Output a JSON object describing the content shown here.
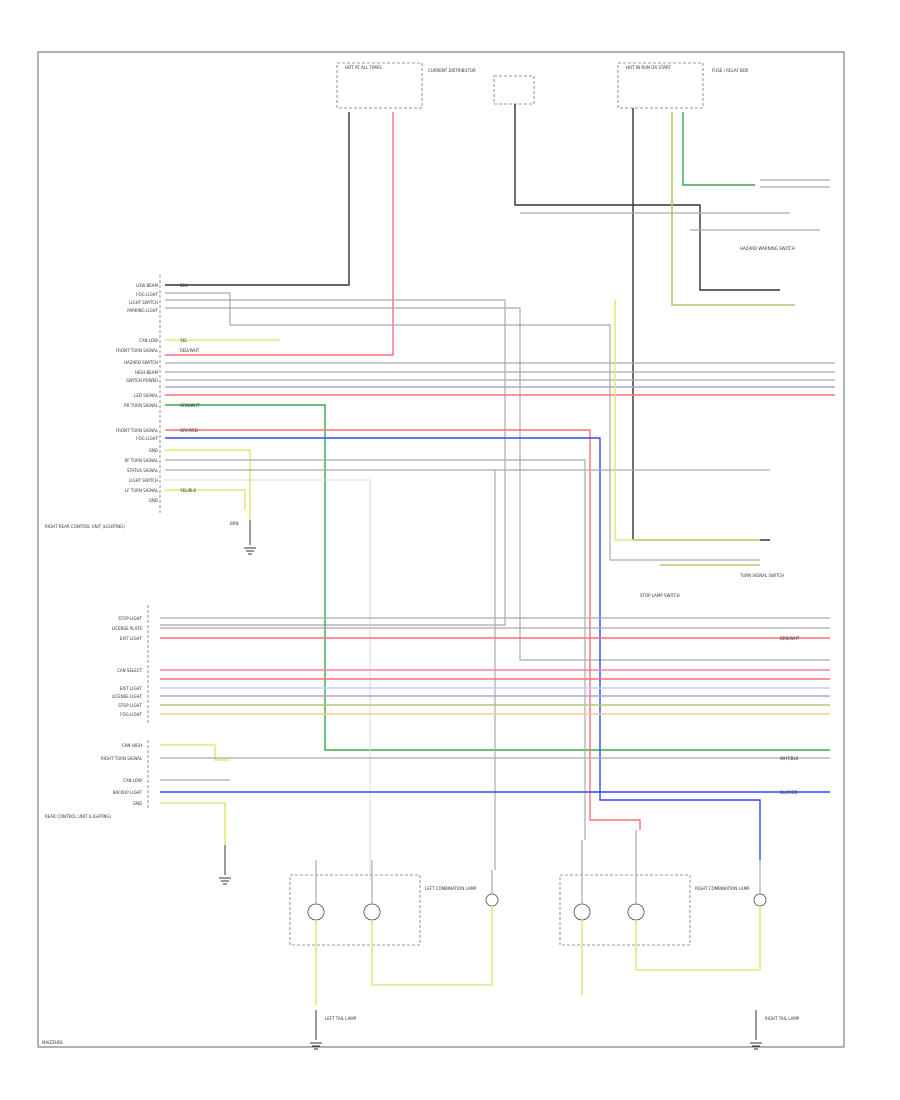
{
  "diagram": {
    "figure_id": "MAIZZHDL",
    "components": {
      "hot_at_all_times": "HOT AT ALL TIMES",
      "current_distributor": "CURRENT DISTRIBUTOR",
      "fuse_relay_box": "FUSE / RELAY BOX",
      "hot_run_start": "HOT IN RUN OR START",
      "hazard_switch": "HAZARD WARNING SWITCH",
      "turn_signal_switch": "TURN SIGNAL SWITCH",
      "right_rear_control": "RIGHT REAR CONTROL UNIT (LIGHTING)",
      "left_rear_control": "REAR CONTROL UNIT (LIGHTING)",
      "left_tail_lamp": "LEFT TAIL LAMP",
      "right_tail_lamp": "RIGHT TAIL LAMP",
      "left_combination_lamp": "LEFT COMBINATION LAMP",
      "right_combination_lamp": "RIGHT COMBINATION LAMP",
      "stop_lamp_switch": "STOP LAMP SWITCH"
    },
    "pin_labels_top": [
      "LOW BEAM",
      "FOG LIGHT",
      "LIGHT SWITCH",
      "PARKING LIGHT",
      "CAN LOW",
      "FRONT TURN SIGNAL",
      "HAZARD SWITCH",
      "HIGH BEAM",
      "SWITCH POWER",
      "LED SIGNAL",
      "RR TURN SIGNAL",
      "FRONT TURN SIGNAL",
      "FOG LIGHT",
      "GND",
      "RF TURN SIGNAL",
      "STATUS SIGNAL",
      "LIGHT SWITCH",
      "LF TURN SIGNAL",
      "GND"
    ],
    "pin_labels_mid": [
      "STOP LIGHT",
      "LICENSE PLATE",
      "EXIT LIGHT",
      "CAN SELECT",
      "EXIT LIGHT",
      "LICENSE LIGHT",
      "STOP LIGHT",
      "FOG LIGHT"
    ],
    "pin_labels_low": [
      "CAN HIGH",
      "RIGHT TURN SIGNAL",
      "CAN LOW",
      "BACKUP LIGHT",
      "GND"
    ],
    "wire_labels": {
      "blk": "BLK",
      "red_wht": "RED/WHT",
      "grn_wht": "GRN/WHT",
      "yel": "YEL",
      "yel_blk": "YEL/BLK",
      "gry_red": "GRY/RED",
      "blu_red": "BLU/RED",
      "wht_blk": "WHT/BLK",
      "brn": "BRN",
      "brn_wht": "BRN/WHT"
    }
  }
}
